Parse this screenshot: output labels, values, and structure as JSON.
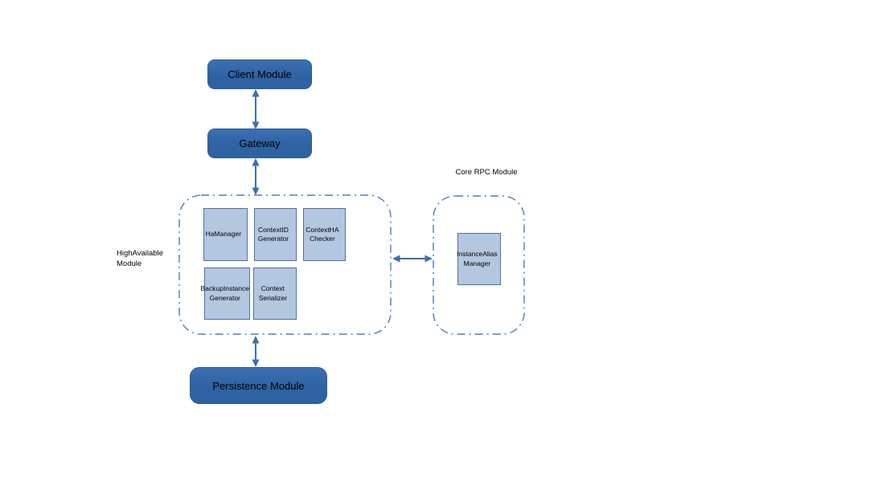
{
  "colors": {
    "solid-fill": "#2F62A3",
    "solid-fill-top": "#3B70B2",
    "solid-border": "#2B5B98",
    "light-fill": "#B4C7E0",
    "light-border": "#4A72AE",
    "dash-border": "#4C7BBF",
    "arrow": "#3D6DB5"
  },
  "nodes": {
    "client": "Client Module",
    "gateway": "Gateway",
    "persistence": "Persistence Module"
  },
  "groups": {
    "high_available": {
      "label": "HighAvailable Module",
      "components": {
        "ha_manager": "HaManager",
        "contextid_generator": "ContextID Generator",
        "contextha_checker": "ContextHA Checker",
        "backupinstance_generator": "BackupInstance Generator",
        "context_serializer": "Context Serializer"
      }
    },
    "core_rpc": {
      "label": "Core RPC Module",
      "components": {
        "instancealias_manager": "InstanceAlias Manager"
      }
    }
  },
  "connections": [
    {
      "from": "Client Module",
      "to": "Gateway",
      "type": "bidirectional"
    },
    {
      "from": "Gateway",
      "to": "HighAvailable Module",
      "type": "bidirectional"
    },
    {
      "from": "HighAvailable Module",
      "to": "Core RPC Module",
      "type": "bidirectional"
    },
    {
      "from": "HighAvailable Module",
      "to": "Persistence Module",
      "type": "bidirectional"
    }
  ]
}
